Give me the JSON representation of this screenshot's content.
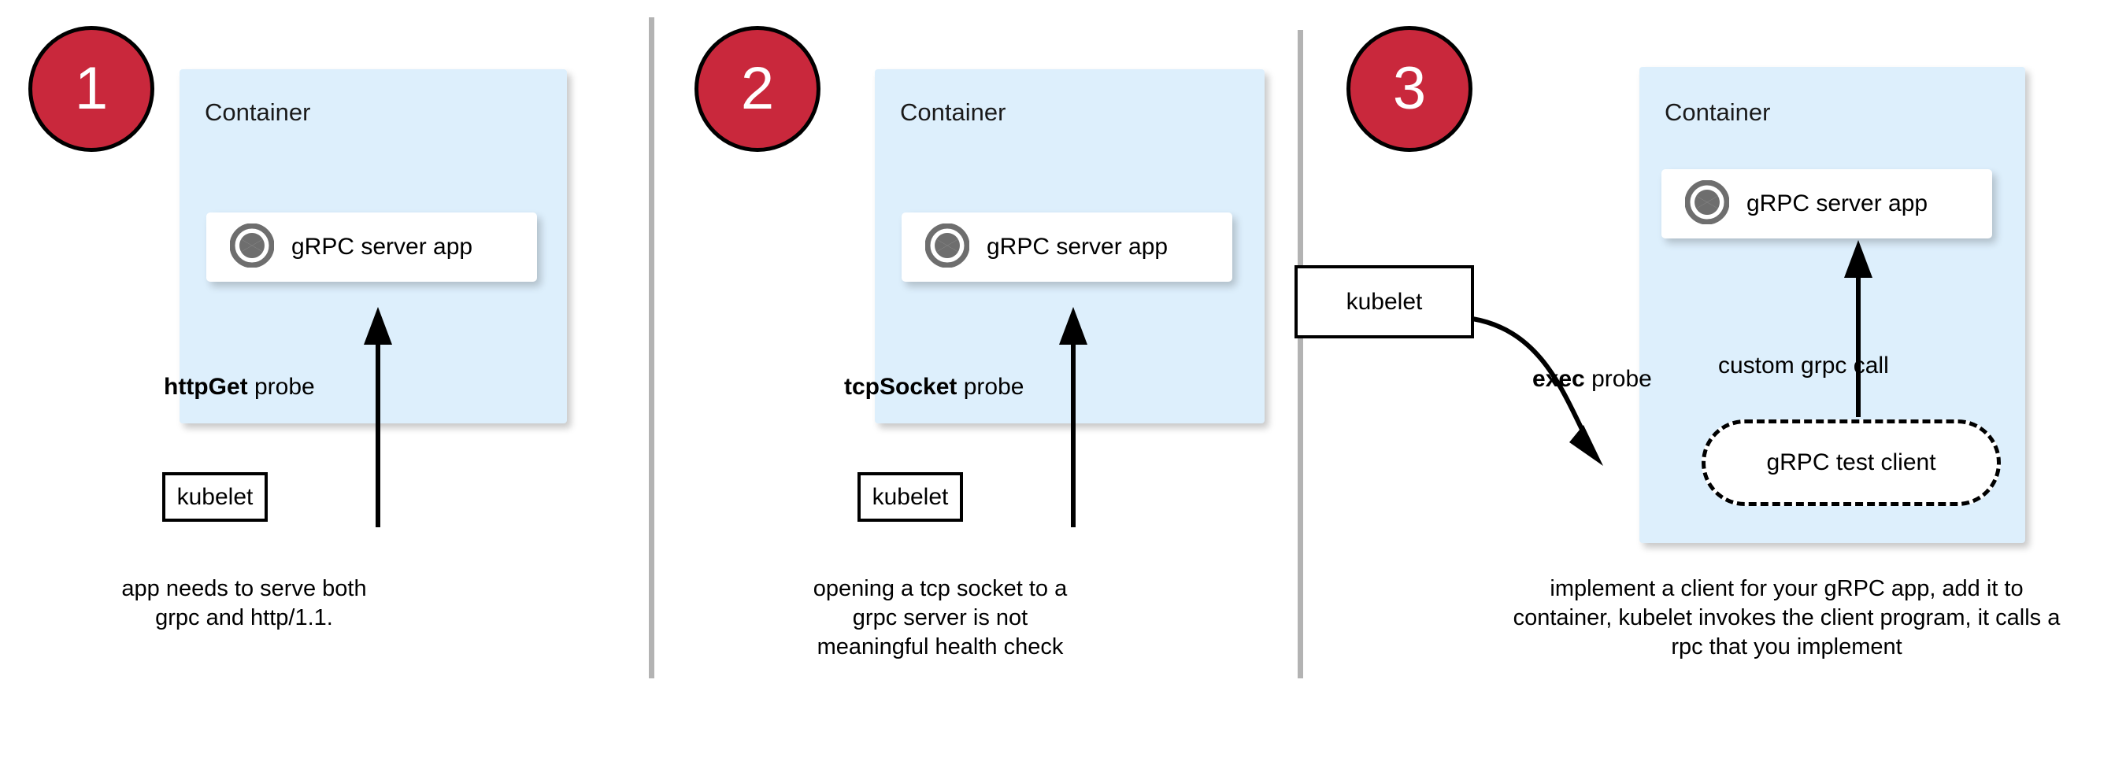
{
  "diagram": {
    "title_present": false,
    "colors": {
      "badge_fill": "#c9283c",
      "badge_border": "#000000",
      "badge_text": "#ffffff",
      "container_fill": "#ddeffc",
      "app_box_fill": "#ffffff",
      "icon_gray": "#6e6e6e",
      "divider": "#b3b3b3",
      "stroke": "#000000"
    },
    "icon_names": {
      "grpc": "grpc-aperture-icon"
    }
  },
  "panels": [
    {
      "number": "1",
      "container_label": "Container",
      "app_label": "gRPC server app",
      "app_icon": "grpc-aperture-icon",
      "probe_strong": "httpGet",
      "probe_rest": " probe",
      "kubelet_label": "kubelet",
      "caption": "app needs to serve both grpc and http/1.1."
    },
    {
      "number": "2",
      "container_label": "Container",
      "app_label": "gRPC server app",
      "app_icon": "grpc-aperture-icon",
      "probe_strong": "tcpSocket",
      "probe_rest": " probe",
      "kubelet_label": "kubelet",
      "caption": "opening a tcp socket to a grpc server is not meaningful health check"
    },
    {
      "number": "3",
      "container_label": "Container",
      "app_label": "gRPC server app",
      "app_icon": "grpc-aperture-icon",
      "probe_strong": "exec",
      "probe_rest": " probe",
      "kubelet_label": "kubelet",
      "test_client_label": "gRPC test client",
      "call_label": "custom grpc call",
      "caption": "implement a client for your gRPC app, add it to container, kubelet invokes the client program, it calls a rpc that you implement"
    }
  ]
}
